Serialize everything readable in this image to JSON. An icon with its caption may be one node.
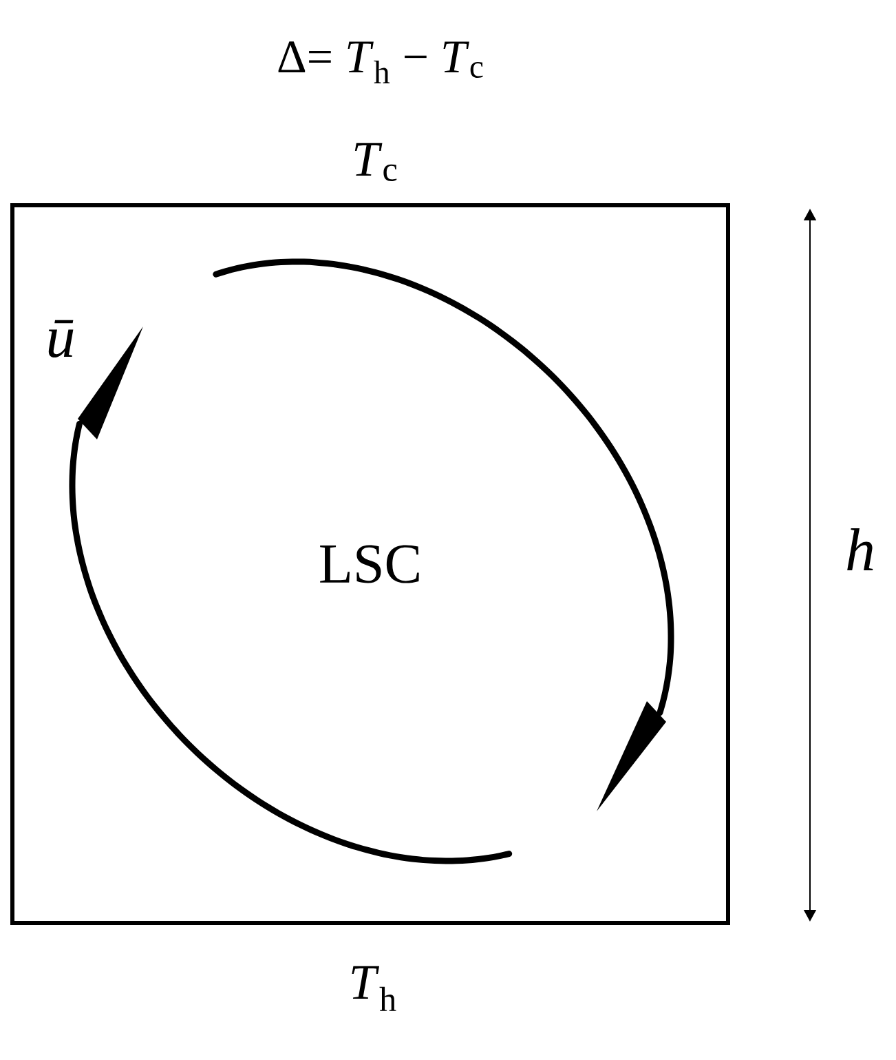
{
  "diagram": {
    "title": "Δ= *T*$_{h}$ − *T*$_{c}$",
    "nodes": [
      {
        "text": [
          "LSC"
        ],
        "beside": [
          "*T*$_{c}$",
          "*T*$_{h}$"
        ]
      }
    ],
    "labels": [
      "ū",
      "h"
    ]
  }
}
